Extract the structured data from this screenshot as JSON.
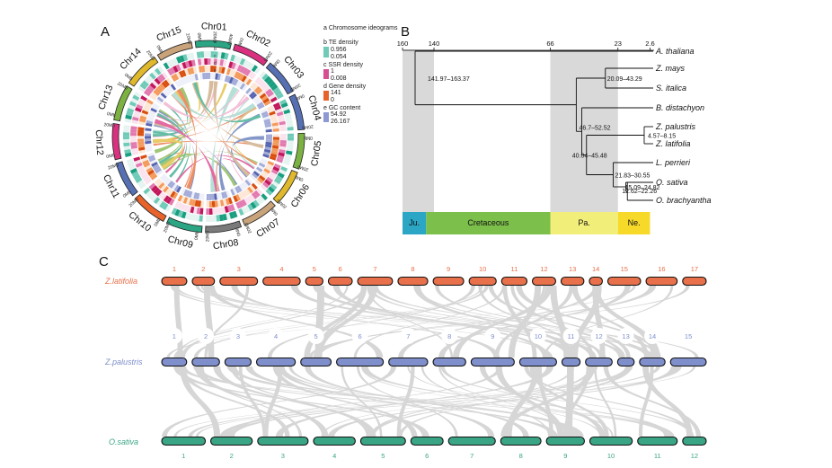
{
  "panels": {
    "a": "A",
    "b": "B",
    "c": "C"
  },
  "circos": {
    "chromosomes": [
      {
        "name": "Chr01",
        "color": "#2ba583",
        "ticks": [
          "0Mb",
          "20Mb",
          "40Mb"
        ]
      },
      {
        "name": "Chr02",
        "color": "#d9317f",
        "ticks": [
          "0Mb",
          "20Mb"
        ]
      },
      {
        "name": "Chr03",
        "color": "#5670b3",
        "ticks": [
          "0Mb",
          "20Mb"
        ]
      },
      {
        "name": "Chr04",
        "color": "#5670b3",
        "ticks": [
          "0Mb",
          "20Mb"
        ]
      },
      {
        "name": "Chr05",
        "color": "#7cb241",
        "ticks": [
          "0Mb",
          "20Mb"
        ]
      },
      {
        "name": "Chr06",
        "color": "#e0b82c",
        "ticks": [
          "0Mb",
          "20Mb"
        ]
      },
      {
        "name": "Chr07",
        "color": "#c9a37a",
        "ticks": [
          "0Mb",
          "20Mb"
        ]
      },
      {
        "name": "Chr08",
        "color": "#7a7a7a",
        "ticks": [
          "0Mb",
          "20Mb"
        ]
      },
      {
        "name": "Chr09",
        "color": "#2ba583",
        "ticks": [
          "0Mb",
          "20Mb"
        ]
      },
      {
        "name": "Chr10",
        "color": "#e8632a",
        "ticks": [
          "0Mb",
          "20Mb"
        ]
      },
      {
        "name": "Chr11",
        "color": "#5670b3",
        "ticks": [
          "0Mb",
          "20Mb"
        ]
      },
      {
        "name": "Chr12",
        "color": "#d9317f",
        "ticks": [
          "0Mb",
          "20Mb"
        ]
      },
      {
        "name": "Chr13",
        "color": "#7cb241",
        "ticks": [
          "0Mb",
          "20Mb"
        ]
      },
      {
        "name": "Chr14",
        "color": "#e0b82c",
        "ticks": [
          "0Mb",
          "20Mb"
        ]
      },
      {
        "name": "Chr15",
        "color": "#c9a37a",
        "ticks": [
          "0Mb",
          "20Mb"
        ]
      }
    ],
    "legend": {
      "a_title": "a Chromosome ideograms",
      "b_title": "b TE density",
      "b_max": "0.956",
      "b_min": "0.054",
      "c_title": "c SSR density",
      "c_max": "1",
      "c_min": "0.008",
      "d_title": "d Gene density",
      "d_max": "141",
      "d_min": "0",
      "e_title": "e GC content",
      "e_max": "54.92",
      "e_min": "26.167"
    },
    "ring_letters": [
      "a",
      "b",
      "c",
      "d",
      "e"
    ],
    "colors": {
      "te": [
        "#e6f4f1",
        "#6fcbb7",
        "#1a9e80"
      ],
      "ssr": [
        "#fbe3ee",
        "#e27ab0",
        "#c2185b"
      ],
      "gene": [
        "#fde7d6",
        "#f39a5c",
        "#d94f0f"
      ],
      "gc": [
        "#eef0fa",
        "#a3acd8",
        "#5764b0"
      ]
    }
  },
  "tree": {
    "axis_ticks": [
      {
        "label": "160",
        "value": 160
      },
      {
        "label": "140",
        "value": 140
      },
      {
        "label": "66",
        "value": 66
      },
      {
        "label": "23",
        "value": 23
      },
      {
        "label": "2.6",
        "value": 2.6
      }
    ],
    "taxa": [
      "A. thaliana",
      "Z. mays",
      "S. italica",
      "B. distachyon",
      "Z. palustris",
      "Z. latifolia",
      "L. perrieri",
      "O. sativa",
      "O. brachyantha"
    ],
    "nodes": [
      {
        "label": "141.97–163.37"
      },
      {
        "label": "20.09–43.29"
      },
      {
        "label": "46.7–52.52"
      },
      {
        "label": "40.04–45.48"
      },
      {
        "label": "4.57–8.15"
      },
      {
        "label": "21.83–30.55"
      },
      {
        "label": "15.09–24.82"
      },
      {
        "label": "12.62–22.26"
      }
    ],
    "eras": [
      {
        "label": "Ju.",
        "from": 160,
        "to": 145,
        "color": "#2ba6c4"
      },
      {
        "label": "Cretaceous",
        "from": 145,
        "to": 66,
        "color": "#7cbf4a"
      },
      {
        "label": "Pa.",
        "from": 66,
        "to": 23,
        "color": "#f2ee7a"
      },
      {
        "label": "Ne.",
        "from": 23,
        "to": 2.6,
        "color": "#f7d92a"
      }
    ]
  },
  "synteny": {
    "species": [
      {
        "name": "Z.latifolia",
        "color": "#e8704a",
        "count": 17,
        "numbers": [
          "1",
          "2",
          "3",
          "4",
          "5",
          "6",
          "7",
          "8",
          "9",
          "10",
          "11",
          "12",
          "13",
          "14",
          "15",
          "16",
          "17"
        ]
      },
      {
        "name": "Z.palustris",
        "color": "#7f8fcc",
        "count": 15,
        "numbers": [
          "1",
          "2",
          "3",
          "4",
          "5",
          "6",
          "7",
          "8",
          "9",
          "10",
          "11",
          "12",
          "13",
          "14",
          "15"
        ]
      },
      {
        "name": "O.sativa",
        "color": "#3aa585",
        "count": 12,
        "numbers": [
          "1",
          "2",
          "3",
          "4",
          "5",
          "6",
          "7",
          "8",
          "9",
          "10",
          "11",
          "12"
        ]
      }
    ],
    "link_color": "#c9c9c9"
  }
}
